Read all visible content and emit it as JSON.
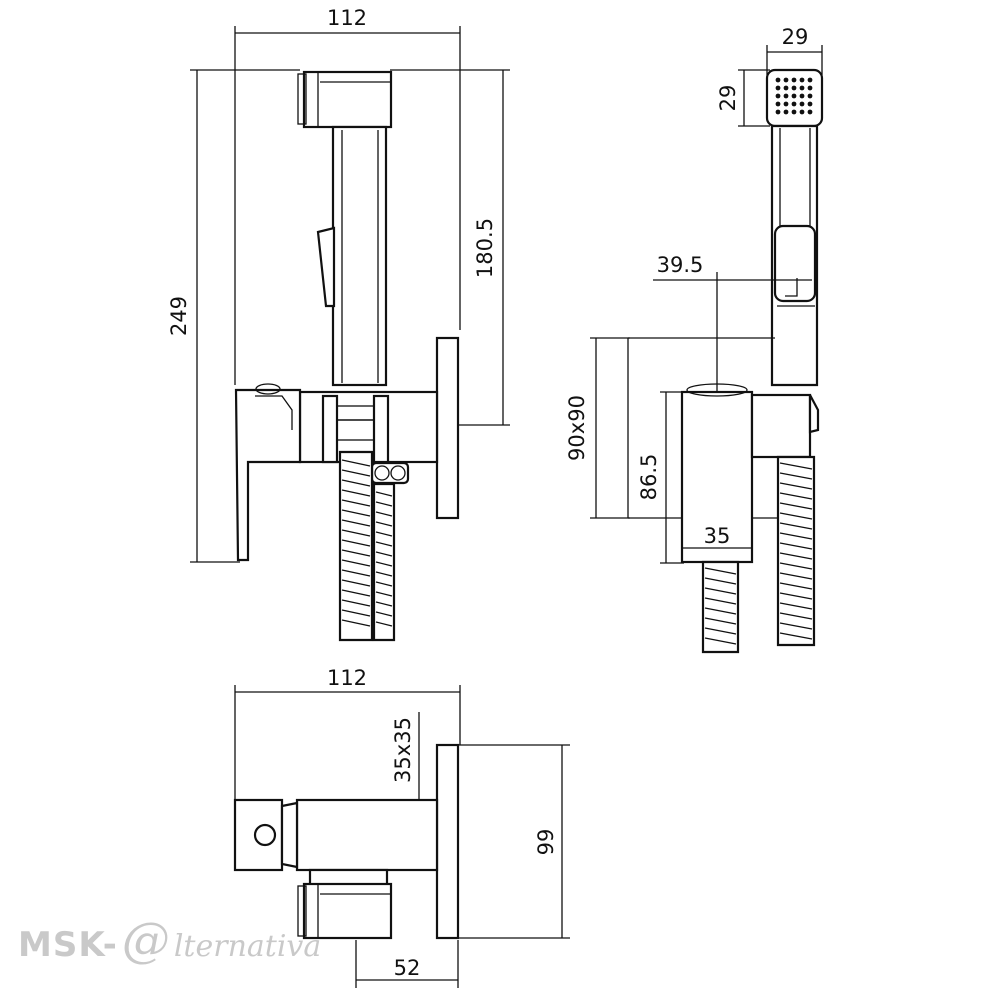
{
  "views": {
    "front": {
      "dim_width": "112",
      "dim_total_height": "249",
      "dim_holder_height": "180.5"
    },
    "side": {
      "dim_head_width": "29",
      "dim_head_height": "29",
      "dim_offset": "39.5",
      "dim_plate": "90x90",
      "dim_valve_height": "86.5",
      "dim_valve_width": "35"
    },
    "top": {
      "dim_width": "112",
      "dim_body": "35x35",
      "dim_plate": "99",
      "dim_depth": "52"
    }
  },
  "watermark": {
    "left": "MSK-",
    "at": "@",
    "right": "lternativa"
  }
}
